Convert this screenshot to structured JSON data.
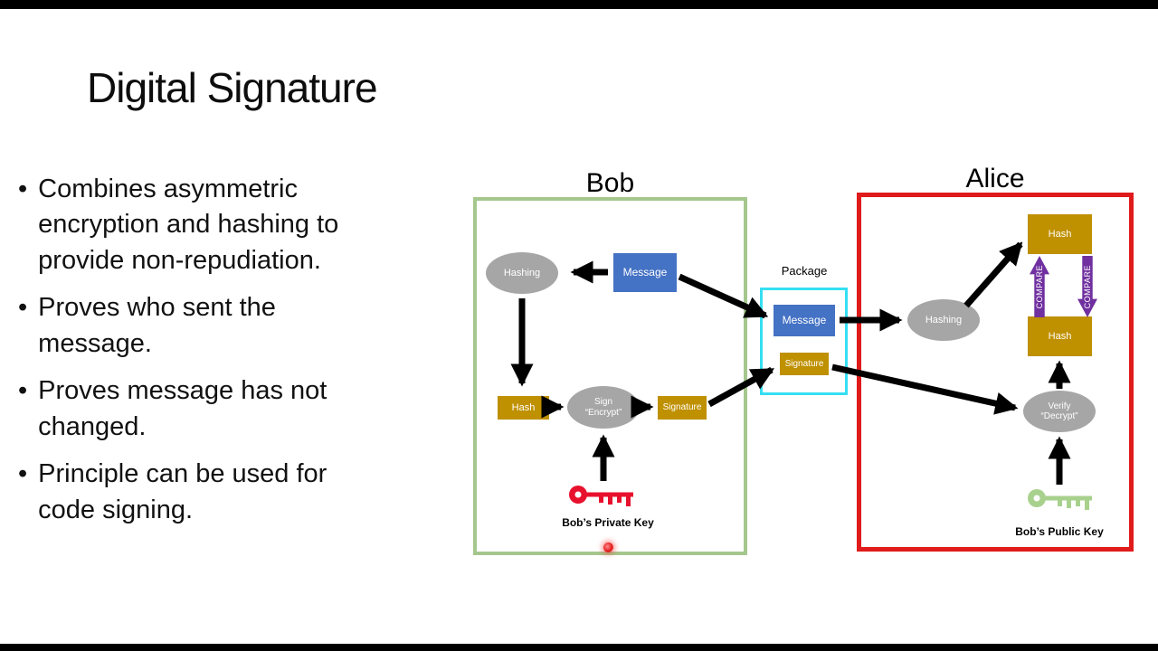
{
  "slide": {
    "title": "Digital Signature",
    "bullet_char": "•",
    "bullets": [
      {
        "text": "Combines asymmetric\nencryption and hashing to\nprovide non-repudiation."
      },
      {
        "text": "Proves who sent the\nmessage."
      },
      {
        "text": "Proves message has not\nchanged."
      },
      {
        "text": "Principle can be used for\ncode signing."
      }
    ]
  },
  "diagram": {
    "bob": {
      "label": "Bob",
      "hashing": "Hashing",
      "message": "Message",
      "hash": "Hash",
      "sign": "Sign\n“Encrypt”",
      "signature": "Signature",
      "key_label": "Bob’s Private Key"
    },
    "package": {
      "label": "Package",
      "message": "Message",
      "signature": "Signature"
    },
    "alice": {
      "label": "Alice",
      "hashing": "Hashing",
      "hash_top": "Hash",
      "hash_bottom": "Hash",
      "compare_left": "COMPARE",
      "compare_right": "COMPARE",
      "verify": "Verify\n“Decrypt”",
      "key_label": "Bob’s Public Key"
    },
    "colors": {
      "bob_border": "#A5C78E",
      "alice_border": "#E01B1B",
      "package_border": "#35DFF2",
      "message_fill": "#4472C4",
      "hash_fill": "#BF9000",
      "ellipse_fill": "#A6A6A6",
      "compare_fill": "#7030A0",
      "private_key": "#E8112D",
      "public_key": "#A9D18E",
      "arrow": "#000000"
    }
  }
}
